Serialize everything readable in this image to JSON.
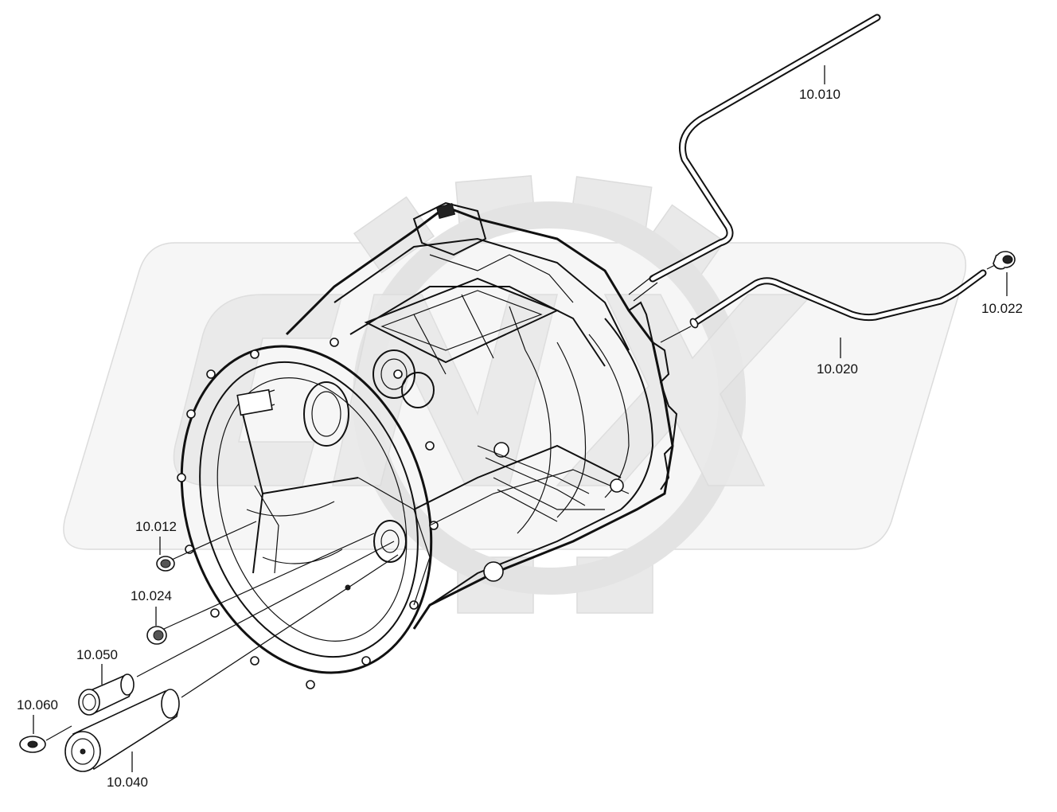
{
  "parts": [
    {
      "id": "10.010"
    },
    {
      "id": "10.012"
    },
    {
      "id": "10.020"
    },
    {
      "id": "10.022"
    },
    {
      "id": "10.024"
    },
    {
      "id": "10.040"
    },
    {
      "id": "10.050"
    },
    {
      "id": "10.060"
    }
  ],
  "watermark": {
    "text": "CNX",
    "color": "#e6e6e6"
  },
  "colors": {
    "line": "#111111",
    "background": "#ffffff"
  }
}
